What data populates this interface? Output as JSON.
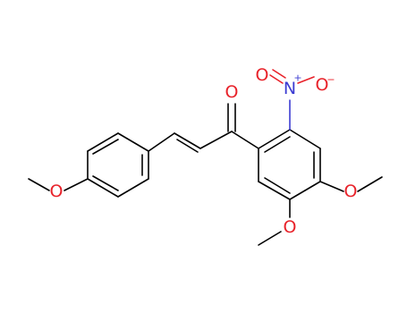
{
  "molecule": {
    "atoms": {
      "o_carbonyl": {
        "text": "O",
        "color": "#e8222a"
      },
      "n_nitro": {
        "text": "N",
        "color": "#3c3cd2"
      },
      "n_plus": {
        "text": "+",
        "color": "#3c3cd2"
      },
      "o_nitro_left": {
        "text": "O",
        "color": "#e8222a"
      },
      "o_nitro_right": {
        "text": "O",
        "color": "#e8222a"
      },
      "o_minus": {
        "text": "−",
        "color": "#e8222a"
      },
      "o_methoxy_left": {
        "text": "O",
        "color": "#e8222a"
      },
      "o_methoxy_right": {
        "text": "O",
        "color": "#e8222a"
      },
      "o_methoxy_bottom": {
        "text": "O",
        "color": "#e8222a"
      }
    },
    "colors": {
      "bond": "#000000",
      "oxygen": "#e8222a",
      "nitrogen": "#3c3cd2"
    }
  }
}
